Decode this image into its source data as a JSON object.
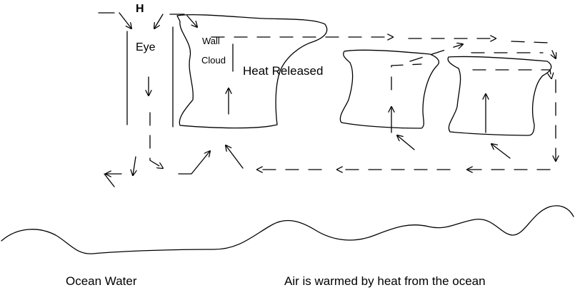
{
  "labels": {
    "high_pressure": "H",
    "eye": "Eye",
    "wall_line1": "Wall",
    "wall_line2": "Cloud",
    "heat_released": "Heat Released",
    "ocean_water": "Ocean Water",
    "air_warmed": "Air is warmed by heat from the ocean"
  },
  "colors": {
    "ink": "#000000",
    "background": "#ffffff"
  },
  "icons": [
    "arrowhead-icon"
  ]
}
